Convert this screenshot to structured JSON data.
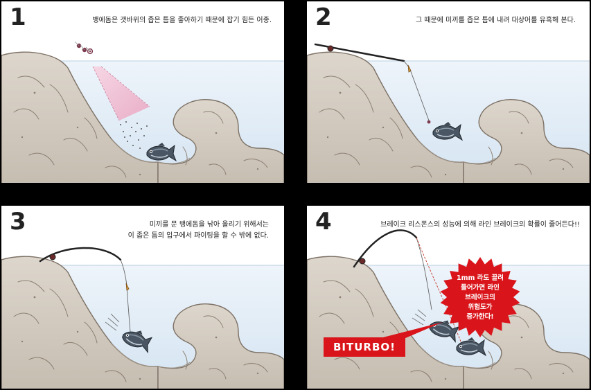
{
  "panels": [
    {
      "number": "1",
      "caption": "뱅에돔은 갯바위의 좁은 틈을 좋아하기 때문에 잡기 힘든 어종."
    },
    {
      "number": "2",
      "caption": "그 때문에 미끼를 좁은 틈에 내려 대상어를 유혹해 본다."
    },
    {
      "number": "3",
      "caption_lines": [
        "미끼를 문 뱅에돔을 낚아 올리기 위해서는",
        "이 좁은 틈의 입구에서 파이팅을 할 수 밖에 없다."
      ]
    },
    {
      "number": "4",
      "caption": "브레이크 리스폰스의 성능에 의해 라인 브레이크의 확률이 줄어든다!!",
      "burst_lines": [
        "1mm 라도 끌려",
        "들어가면 라인",
        "브레이크의",
        "위험도가",
        "증가한다!"
      ],
      "brand_label": "BITURBO!"
    }
  ],
  "colors": {
    "background": "#000000",
    "panel": "#ffffff",
    "water": "#dce9f5",
    "rock": "#d3cbc1",
    "rock_outline": "#7d7165",
    "accent_red": "#d9151b",
    "cone_pink": "#f2bfd3"
  }
}
